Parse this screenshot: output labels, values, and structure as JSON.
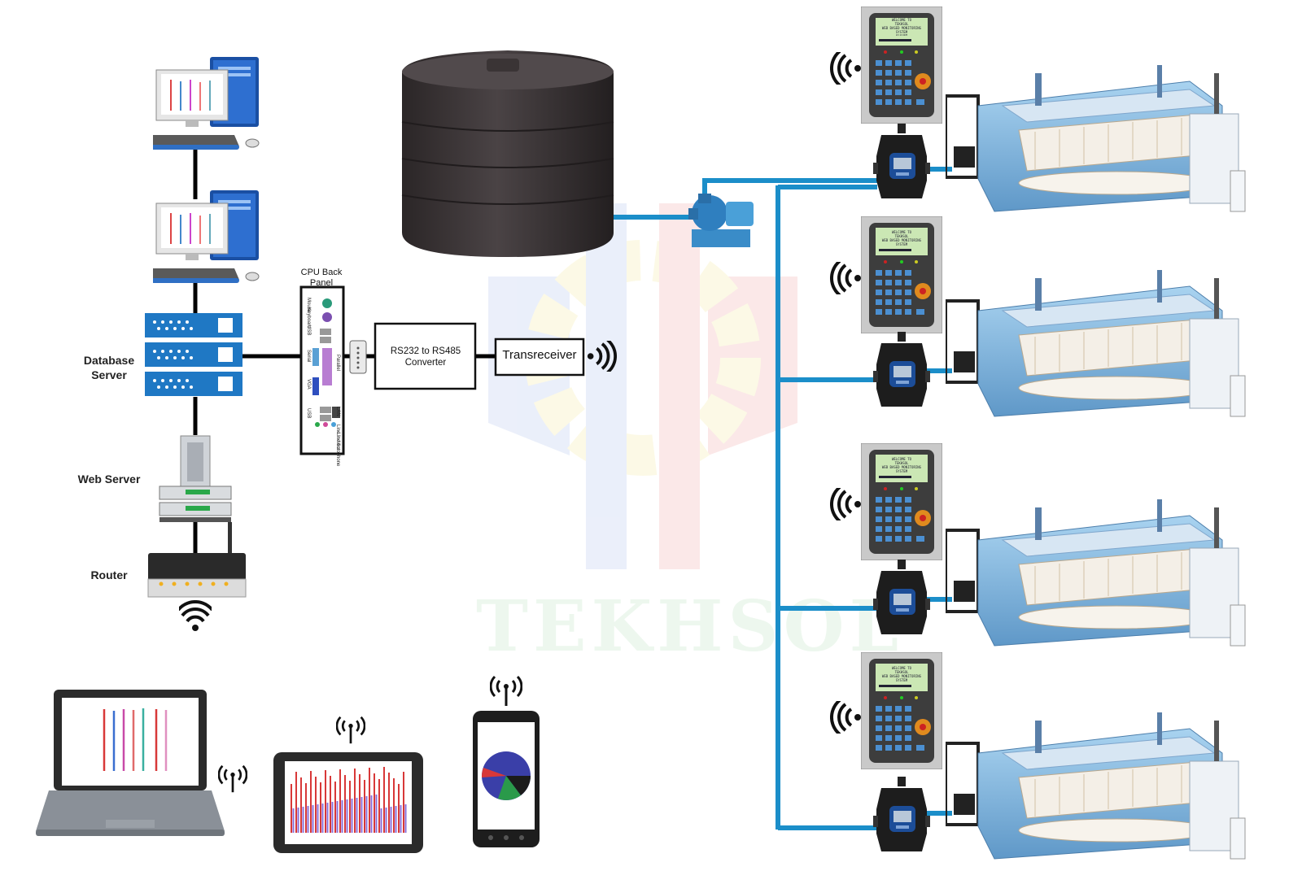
{
  "labels": {
    "database_server": "Database\nServer",
    "web_server": "Web Server",
    "router": "Router",
    "cpu_back_panel": "CPU Back\nPanel",
    "converter": "RS232 to RS485\nConverter",
    "transreceiver": "Transreceiver"
  },
  "panel_ports": [
    "Mouse",
    "Keyboard",
    "USB",
    "Parallel",
    "Serial",
    "VGA",
    "USB",
    "LAN",
    "Line In",
    "Line out",
    "Microphone"
  ],
  "lcd_text": "WELCOME TO\nTEKHSOL\nWEB BASED MONITORING\nSYSTEM",
  "watermark": "TEKHSOL",
  "colors": {
    "pipe": "#1b8ec9",
    "server_blue": "#1f78c4",
    "tank": "#3b3536",
    "loom_blue": "#8ec1e6",
    "line": "#000000"
  },
  "icons": [
    "desktop-computer-icon",
    "server-rack-icon",
    "web-server-icon",
    "router-icon",
    "wifi-icon",
    "water-tank-icon",
    "pump-icon",
    "flow-meter-icon",
    "controller-panel-icon",
    "loom-machine-icon",
    "laptop-icon",
    "tablet-icon",
    "smartphone-icon"
  ]
}
